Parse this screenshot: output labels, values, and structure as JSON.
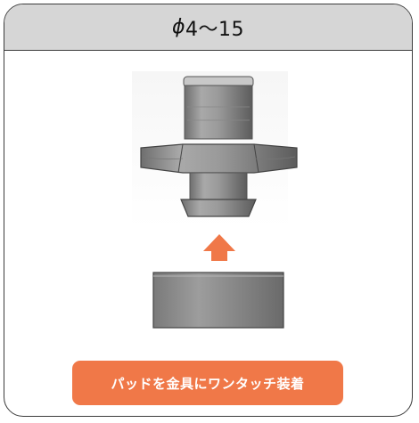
{
  "header": {
    "phi_symbol": "ϕ",
    "size_range": "4〜15"
  },
  "footer": {
    "cta_label": "パッドを金具にワンタッチ装着"
  },
  "colors": {
    "header_bg": "#d6d6d6",
    "accent": "#f07848",
    "border": "#3c3c3c"
  },
  "icons": {
    "fitting": "bolt-fitting-icon",
    "arrow": "up-arrow-icon",
    "pad": "cylindrical-pad-icon"
  }
}
